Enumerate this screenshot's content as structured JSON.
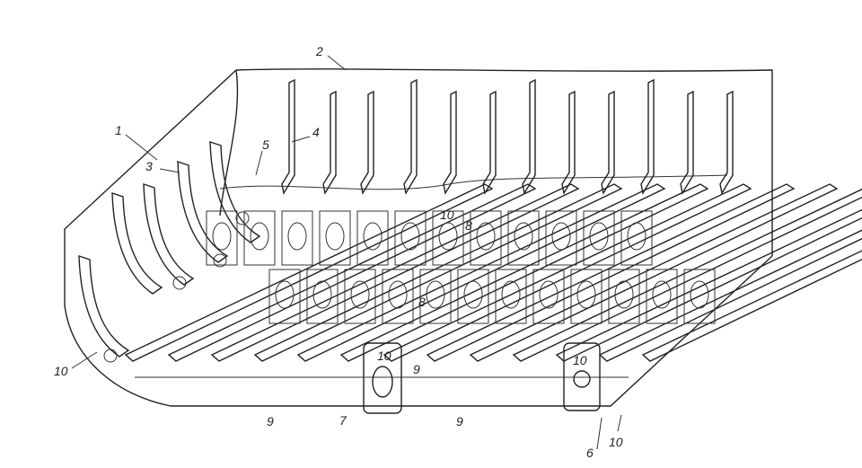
{
  "diagram": {
    "ink_color": "#222222",
    "background": "#ffffff",
    "labels": [
      {
        "id": "l1",
        "text": "1"
      },
      {
        "id": "l2",
        "text": "2"
      },
      {
        "id": "l3",
        "text": "3"
      },
      {
        "id": "l4",
        "text": "4"
      },
      {
        "id": "l5",
        "text": "5"
      },
      {
        "id": "l10a",
        "text": "10"
      },
      {
        "id": "l8a",
        "text": "8"
      },
      {
        "id": "l8b",
        "text": "8"
      },
      {
        "id": "l9a",
        "text": "9"
      },
      {
        "id": "l10b",
        "text": "10"
      },
      {
        "id": "l10c",
        "text": "10"
      },
      {
        "id": "l9b",
        "text": "9"
      },
      {
        "id": "l7",
        "text": "7"
      },
      {
        "id": "l9c",
        "text": "9"
      },
      {
        "id": "l6",
        "text": "6"
      },
      {
        "id": "l10d",
        "text": "10"
      },
      {
        "id": "l10e",
        "text": "10"
      }
    ]
  }
}
